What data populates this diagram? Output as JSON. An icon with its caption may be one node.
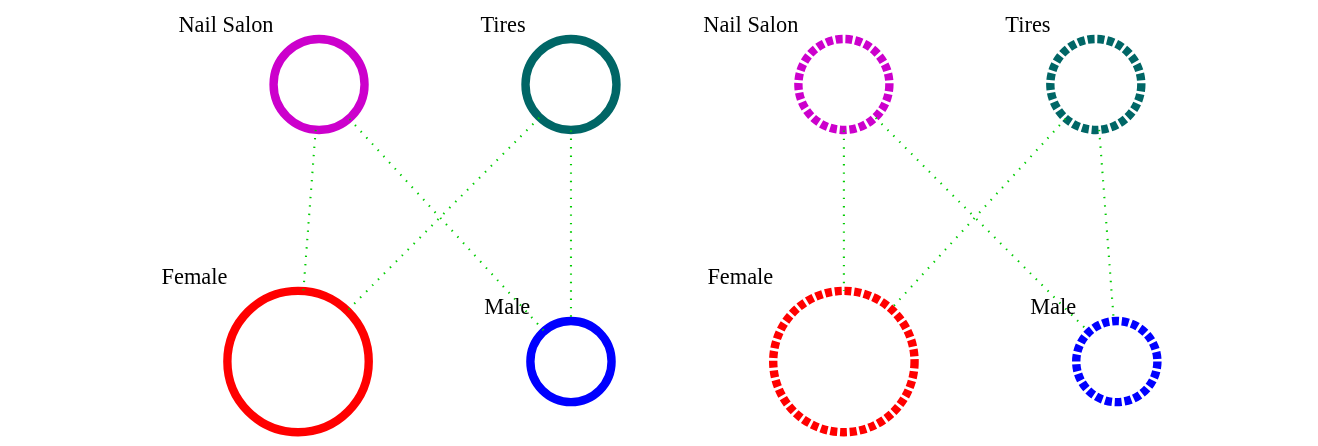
{
  "diagram": {
    "nodes": [
      {
        "text": [],
        "shape": "circle",
        "beside": [
          "Nail Salon"
        ]
      },
      {
        "text": [],
        "shape": "circle",
        "beside": [
          "Tires"
        ]
      },
      {
        "text": [],
        "shape": "circle",
        "beside": [
          "Nail Salon"
        ]
      },
      {
        "text": [],
        "shape": "circle",
        "beside": [
          "Tires"
        ]
      },
      {
        "text": [],
        "shape": "circle",
        "beside": [
          "Female"
        ]
      },
      {
        "text": [],
        "shape": "circle",
        "beside": [
          "Male"
        ]
      },
      {
        "text": [],
        "shape": "circle",
        "beside": [
          "Female"
        ]
      },
      {
        "text": [],
        "shape": "circle",
        "beside": [
          "Male"
        ]
      }
    ],
    "edges": [
      {
        "from": 0,
        "to": 4,
        "arrow": "none",
        "style": "dashed"
      },
      {
        "from": 0,
        "to": 5,
        "arrow": "none",
        "style": "dashed"
      },
      {
        "from": 1,
        "to": 4,
        "arrow": "none",
        "style": "dashed"
      },
      {
        "from": 1,
        "to": 5,
        "arrow": "none",
        "style": "dashed"
      },
      {
        "from": 2,
        "to": 6,
        "arrow": "none",
        "style": "dashed"
      },
      {
        "from": 2,
        "to": 7,
        "arrow": "none",
        "style": "dashed"
      },
      {
        "from": 3,
        "to": 6,
        "arrow": "none",
        "style": "dashed"
      },
      {
        "from": 3,
        "to": 7,
        "arrow": "none",
        "style": "dashed"
      }
    ]
  }
}
